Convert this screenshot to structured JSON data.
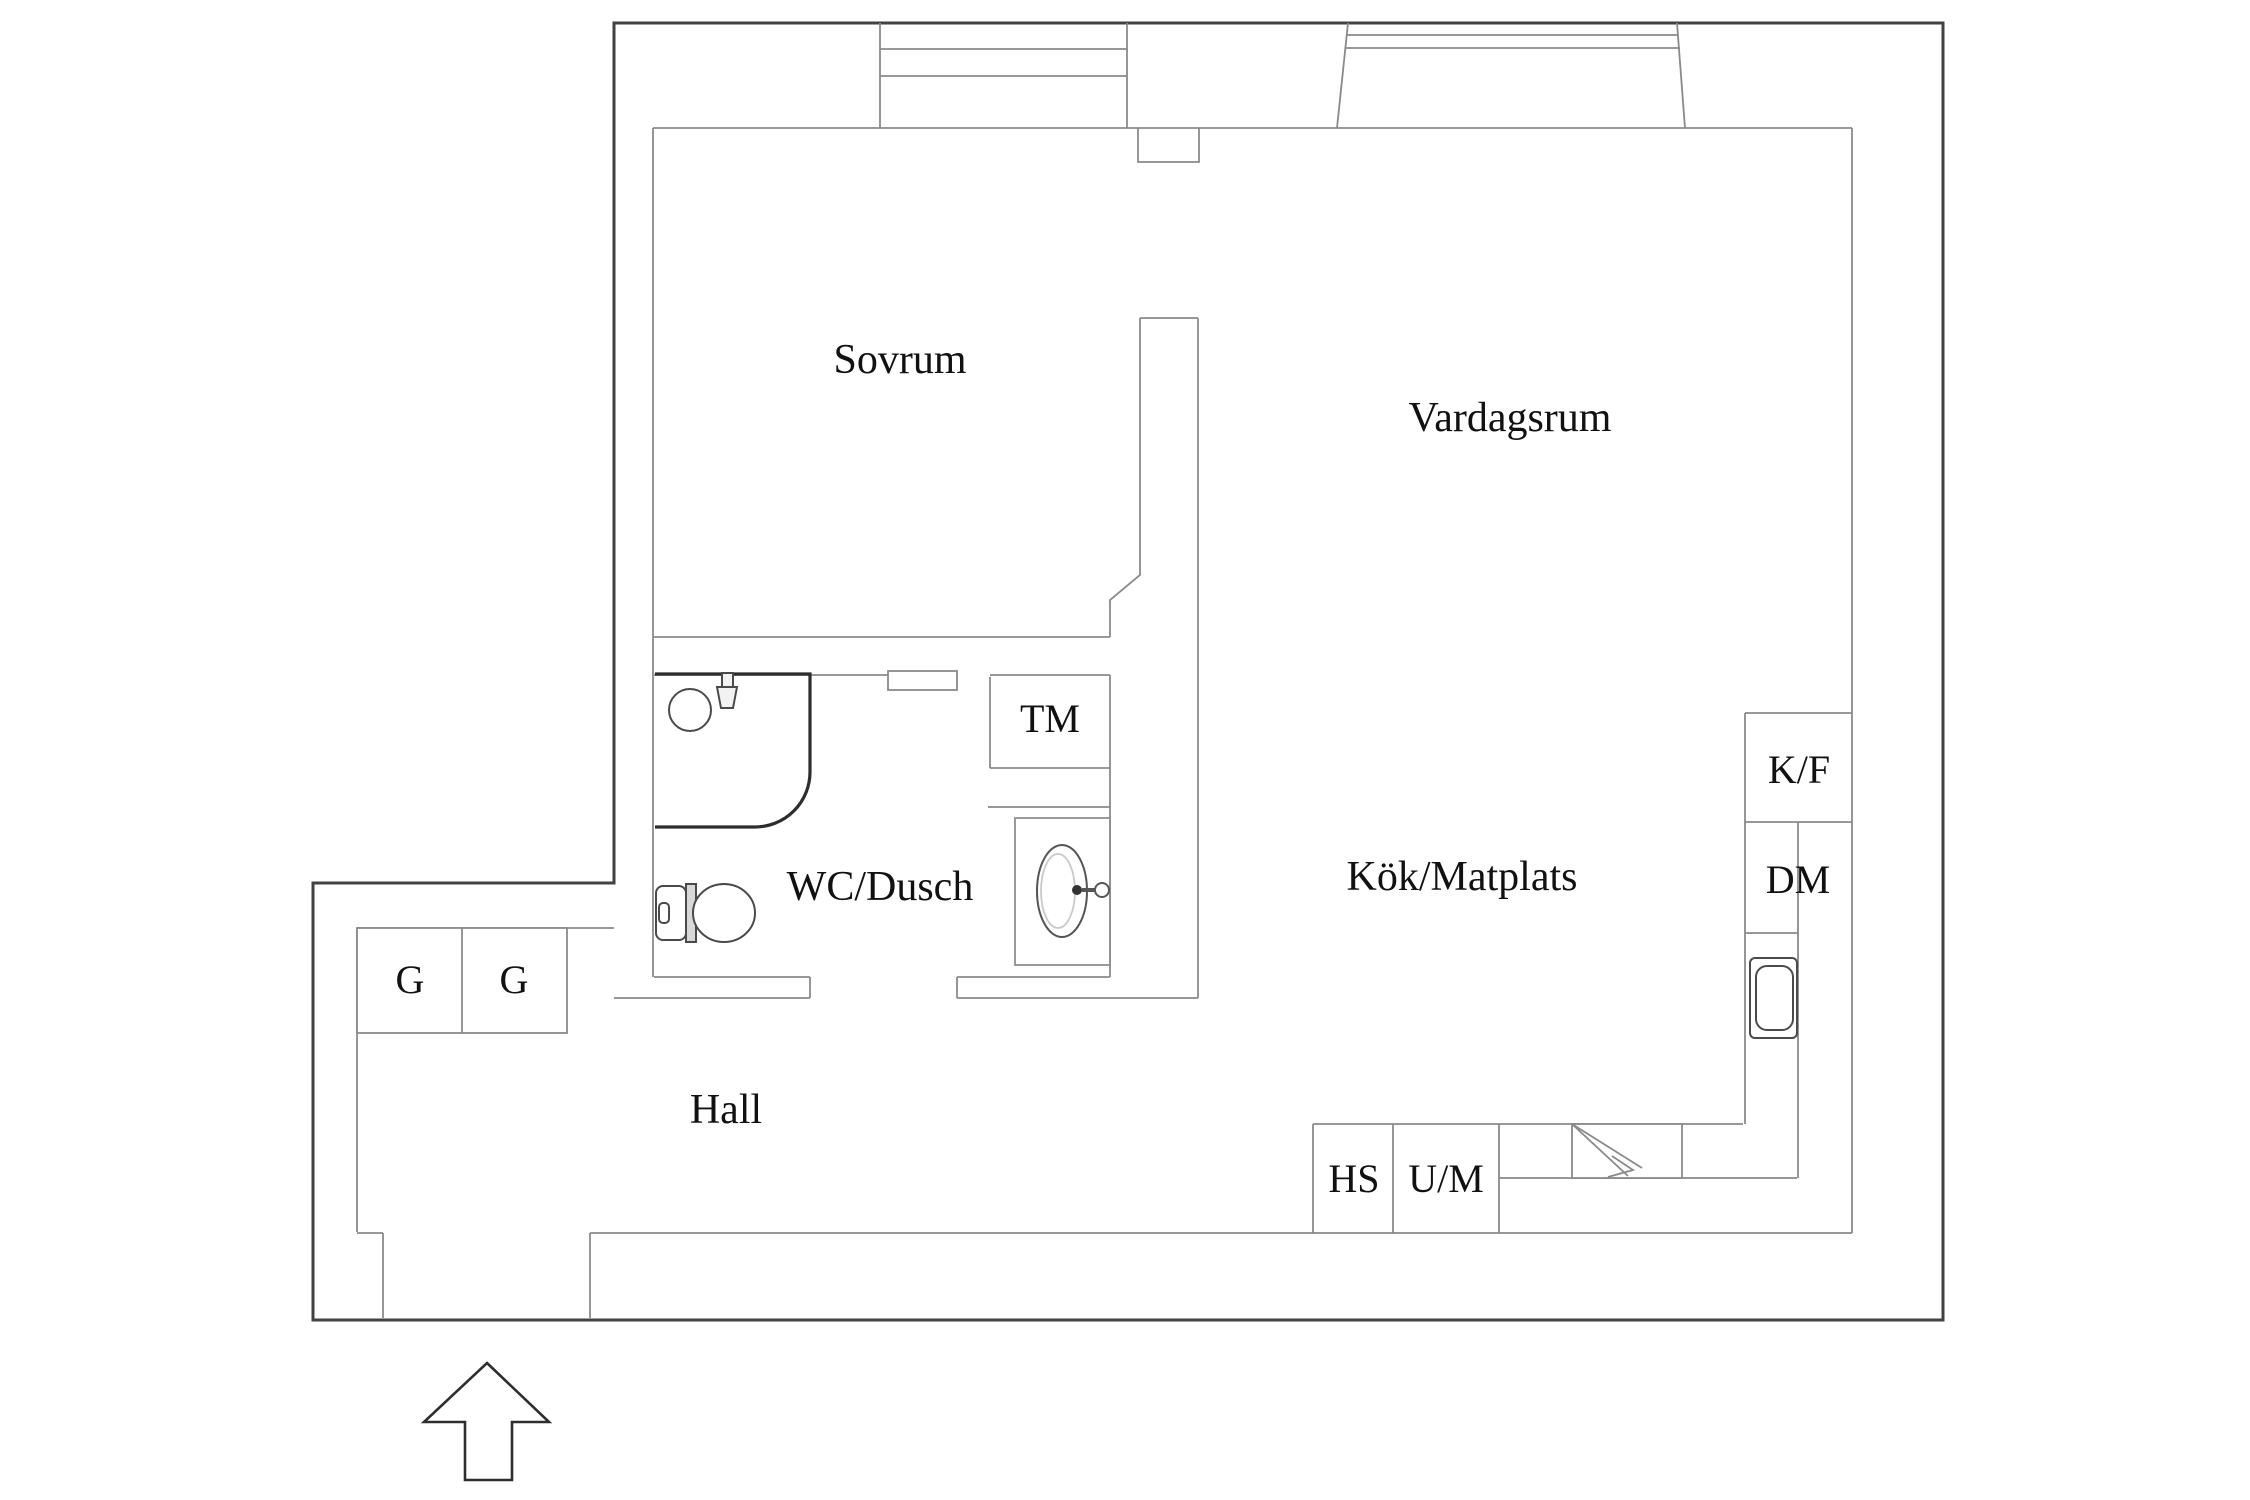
{
  "document": {
    "kind": "apartment floor plan",
    "language": "Swedish"
  },
  "labels": {
    "bedroom": "Sovrum",
    "living_room": "Vardagsrum",
    "bathroom": "WC/Dusch",
    "kitchen": "Kök/Matplats",
    "hall": "Hall",
    "washing_machine": "TM",
    "fridge_freezer": "K/F",
    "dishwasher": "DM",
    "hs_cabinet": "HS",
    "oven_microwave": "U/M",
    "wardrobe_1": "G",
    "wardrobe_2": "G"
  },
  "colors": {
    "background": "#ffffff",
    "exterior_wall": "#424242",
    "interior_wall": "#8a8a8a",
    "fixture_line": "#8f8f8f",
    "dark_fixture_line": "#4a4a4a",
    "shower_line": "#2d2d2d",
    "arrow_line": "#2e2e2e",
    "shade_fill": "#d8d8d8",
    "text": "#111111"
  }
}
